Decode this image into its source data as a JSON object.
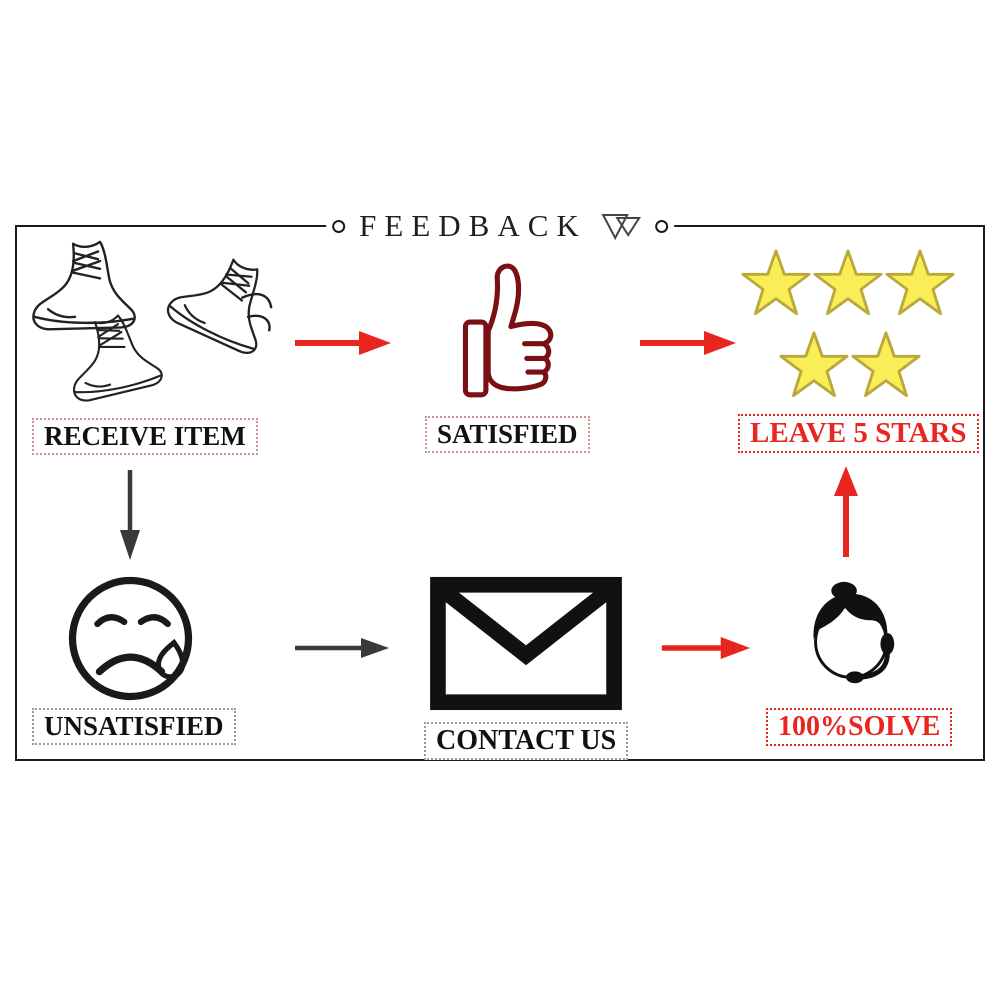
{
  "title": {
    "text": "FEEDBACK"
  },
  "flow": {
    "receive_item": "RECEIVE ITEM",
    "satisfied": "SATISFIED",
    "leave_5_stars": "LEAVE 5 STARS",
    "unsatisfied": "UNSATISFIED",
    "contact_us": "CONTACT US",
    "solve": "100%SOLVE"
  },
  "stars_count": 5,
  "colors": {
    "arrow_red": "#e8251f",
    "arrow_black": "#3a3a3a",
    "label_red": "#e8251f",
    "star_fill": "#f9ee58",
    "star_stroke": "#bba83a",
    "thumb_stroke": "#7a1016"
  },
  "icons": {
    "title_mark": "double-triangle-icon",
    "receive_item": "sneakers-sketch-icon",
    "satisfied": "thumbs-up-icon",
    "leave_5_stars": "five-stars-icon",
    "unsatisfied": "crying-face-icon",
    "contact_us": "envelope-icon",
    "solve": "support-agent-icon"
  }
}
